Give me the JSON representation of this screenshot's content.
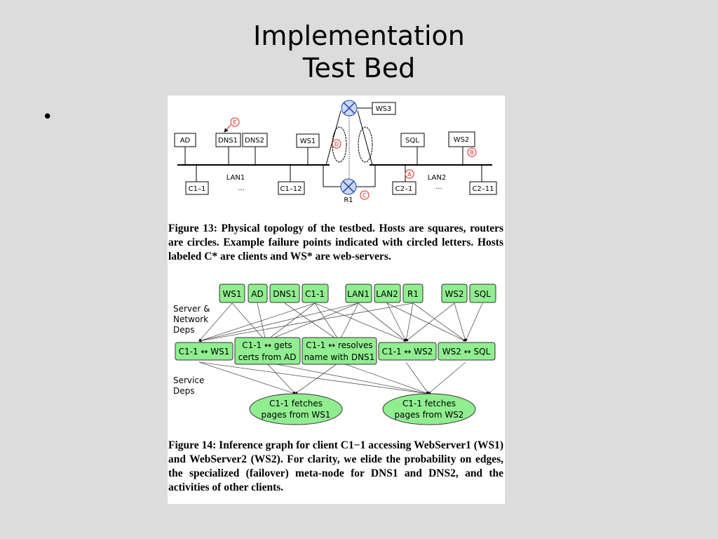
{
  "slide": {
    "title_line1": "Implementation",
    "title_line2": "Test Bed",
    "bullet": "•"
  },
  "topology": {
    "hosts": [
      "AD",
      "DNS1",
      "DNS2",
      "WS1",
      "WS3",
      "SQL",
      "WS2",
      "C1–1",
      "C1–12",
      "C2–1",
      "C2–11"
    ],
    "lan1": "LAN1",
    "lan2": "LAN2",
    "ellipsis": "...",
    "router": "R1",
    "failure_points": [
      "A",
      "B",
      "C",
      "D",
      "E"
    ],
    "caption": "Figure 13: Physical topology of the testbed. Hosts are squares, routers are circles. Example failure points indicated with circled letters. Hosts labeled C* are clients and WS* are web-servers."
  },
  "inference": {
    "top_nodes": [
      "WS1",
      "AD",
      "DNS1",
      "C1-1",
      "LAN1",
      "LAN2",
      "R1",
      "WS2",
      "SQL"
    ],
    "row_label_1": [
      "Server &",
      "Network",
      "Deps"
    ],
    "row_label_2": [
      "Service",
      "Deps"
    ],
    "mid_nodes": [
      "C1-1 ↔ WS1",
      "C1-1 ↔ gets",
      "certs from AD",
      "C1-1 ↔ resolves",
      "name with DNS1",
      "C1-1 ↔ WS2",
      "WS2 ↔ SQL"
    ],
    "bottom_nodes": [
      "C1-1 fetches",
      "pages from WS1",
      "C1-1 fetches",
      "pages from WS2"
    ],
    "caption": "Figure 14: Inference graph for client C1−1 accessing WebServer1 (WS1) and WebServer2 (WS2). For clarity, we elide the probability on edges, the specialized (failover) meta-node for DNS1 and DNS2, and the activities of other clients."
  },
  "colors": {
    "background": "#dcdcdc",
    "node_fill": "#90ee90",
    "failure_marker": "#e02020",
    "router_fill": "#c8d8ff"
  }
}
